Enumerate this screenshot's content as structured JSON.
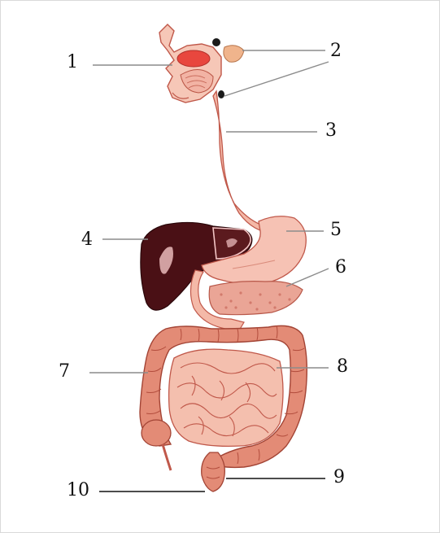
{
  "labels": [
    {
      "id": "1",
      "text": "1"
    },
    {
      "id": "2",
      "text": "2"
    },
    {
      "id": "3",
      "text": "3"
    },
    {
      "id": "4",
      "text": "4"
    },
    {
      "id": "5",
      "text": "5"
    },
    {
      "id": "6",
      "text": "6"
    },
    {
      "id": "7",
      "text": "7"
    },
    {
      "id": "8",
      "text": "8"
    },
    {
      "id": "9",
      "text": "9"
    },
    {
      "id": "10",
      "text": "10"
    }
  ],
  "colors": {
    "tissue_pink": "#f3b6a4",
    "tissue_outline": "#c0584a",
    "liver": "#4a1015",
    "liver_highlight": "#f2c4c4",
    "stomach": "#f6c2b4",
    "pancreas": "#e9a192",
    "colon": "#e38b76",
    "small_intestine": "#f4bfae",
    "leader_line": "#8c8c8c",
    "label_text": "#111111"
  }
}
